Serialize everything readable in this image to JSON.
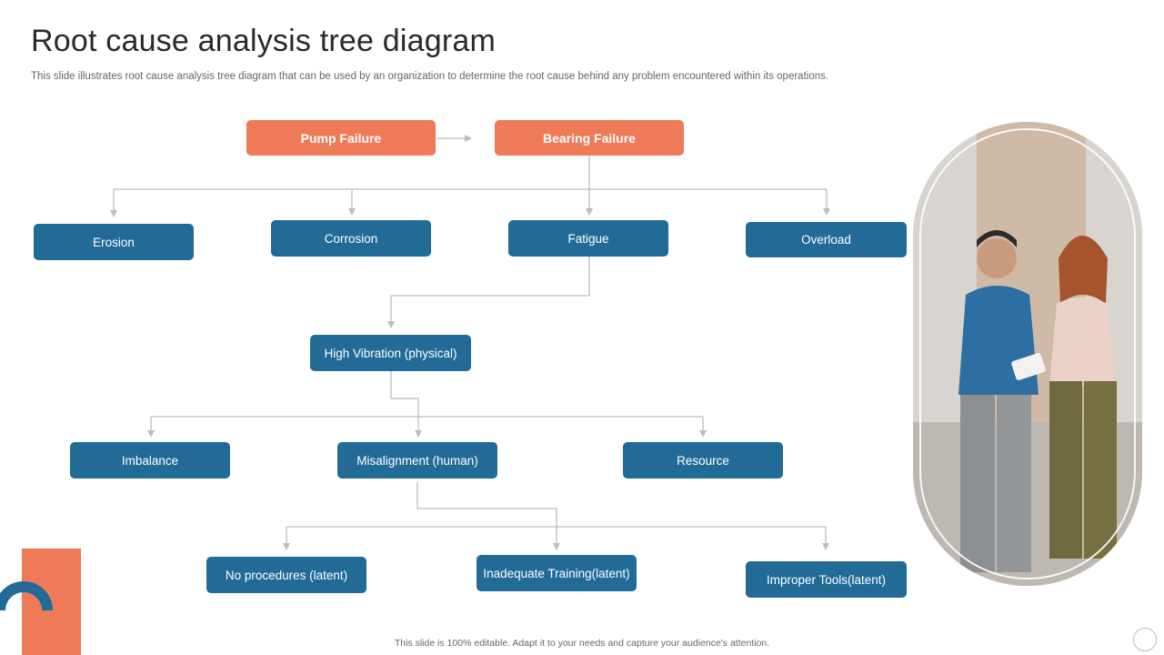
{
  "slide": {
    "title": "Root cause analysis tree diagram",
    "subtitle": "This slide illustrates root cause analysis tree diagram that can be used by an organization to determine the root cause behind any problem encountered within its operations.",
    "footer": "This slide is 100% editable. Adapt it to your needs and capture your audience's attention."
  },
  "nodes": {
    "pump_failure": "Pump Failure",
    "bearing_failure": "Bearing Failure",
    "erosion": "Erosion",
    "corrosion": "Corrosion",
    "fatigue": "Fatigue",
    "overload": "Overload",
    "high_vibration": "High Vibration (physical)",
    "imbalance": "Imbalance",
    "misalignment": "Misalignment (human)",
    "resource": "Resource",
    "no_procedures": "No procedures (latent)",
    "inadequate_training": "Inadequate Training(latent)",
    "improper_tools": "Improper Tools(latent)"
  },
  "colors": {
    "accent_orange": "#ef7a57",
    "node_blue": "#226b97",
    "connector_gray": "#bdbdbd"
  }
}
